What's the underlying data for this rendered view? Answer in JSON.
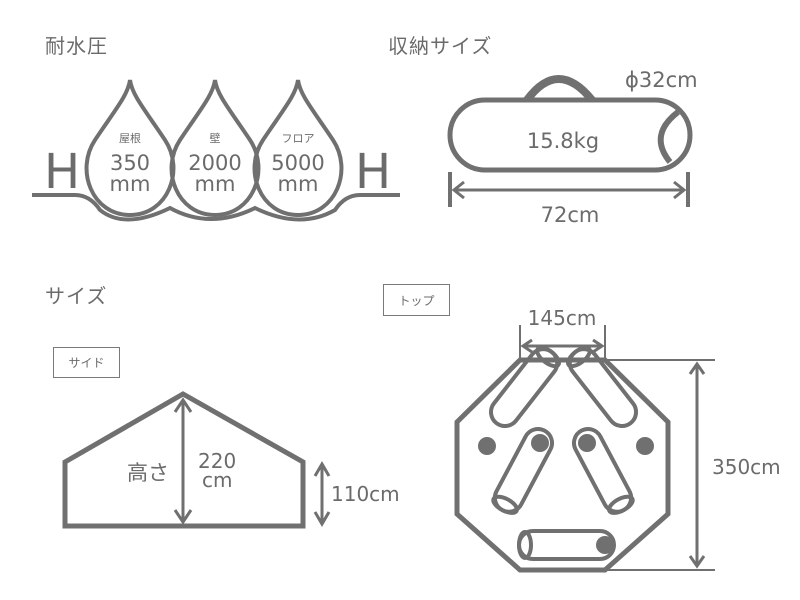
{
  "sections": {
    "water_pressure": {
      "title": "耐水圧",
      "h_left": "H",
      "h_right": "H",
      "drops": [
        {
          "label": "屋根",
          "value": "350",
          "unit": "mm"
        },
        {
          "label": "壁",
          "value": "2000",
          "unit": "mm"
        },
        {
          "label": "フロア",
          "value": "5000",
          "unit": "mm"
        }
      ]
    },
    "storage": {
      "title": "収納サイズ",
      "diameter": "ϕ32cm",
      "weight": "15.8kg",
      "length": "72cm"
    },
    "size": {
      "title": "サイズ",
      "side": {
        "tag": "サイド",
        "height_label": "高さ",
        "height_value": "220",
        "height_unit": "cm",
        "wall_height": "110cm"
      },
      "top": {
        "tag": "トップ",
        "edge_width": "145cm",
        "total_depth": "350cm"
      }
    }
  },
  "colors": {
    "stroke": "#707070",
    "text": "#6b6b6b",
    "background": "#ffffff"
  }
}
